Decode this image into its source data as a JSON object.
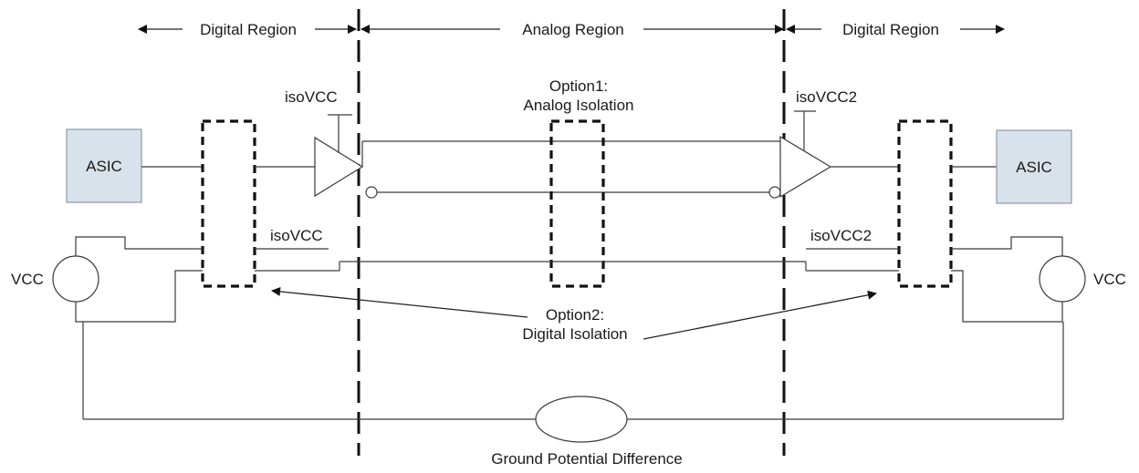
{
  "regions": {
    "left": "Digital Region",
    "center": "Analog Region",
    "right": "Digital Region"
  },
  "blocks": {
    "asic_left": "ASIC",
    "asic_right": "ASIC",
    "vcc_left": "VCC",
    "vcc_right": "VCC"
  },
  "supplies": {
    "iso_left_top": "isoVCC",
    "iso_left_mid": "isoVCC",
    "iso_right_top": "isoVCC2",
    "iso_right_mid": "isoVCC2"
  },
  "options": {
    "option1_line1": "Option1:",
    "option1_line2": "Analog Isolation",
    "option2_line1": "Option2:",
    "option2_line2": "Digital Isolation"
  },
  "ground_label": "Ground Potential Difference",
  "colors": {
    "asic_fill": "#d9e1ea",
    "asic_stroke": "#8a9aab",
    "line": "#3a3a3a"
  }
}
